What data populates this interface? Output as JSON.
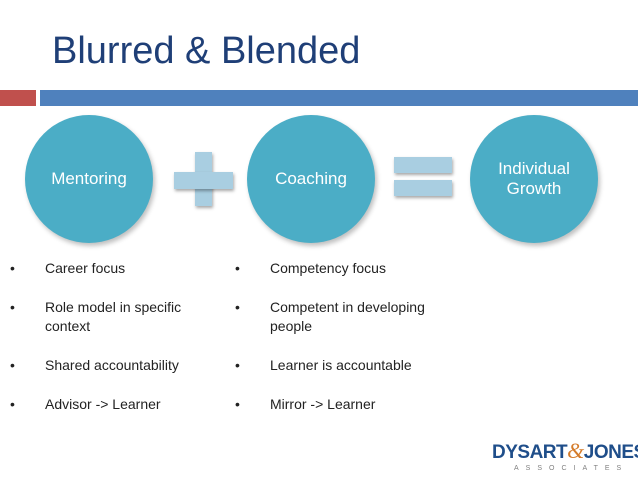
{
  "slide": {
    "title": "Blurred & Blended",
    "accent_colors": {
      "red": "#c0504d",
      "blue": "#4f81bd",
      "circle": "#4badc6",
      "operator": "#a9cee1"
    }
  },
  "equation": {
    "circles": [
      {
        "label": "Mentoring"
      },
      {
        "label": "Coaching"
      },
      {
        "label_line1": "Individual",
        "label_line2": "Growth"
      }
    ],
    "operators": [
      "plus-icon",
      "equals-icon"
    ]
  },
  "lists": {
    "mentoring": [
      {
        "bullet": "•",
        "text": "Career focus"
      },
      {
        "bullet": "•",
        "text": "Role model in specific context"
      },
      {
        "bullet": "•",
        "text": "Shared accountability"
      },
      {
        "bullet": "•",
        "text": "Advisor -> Learner"
      }
    ],
    "coaching": [
      {
        "bullet": "•",
        "text": "Competency focus"
      },
      {
        "bullet": "•",
        "text": "Competent in developing people"
      },
      {
        "bullet": "•",
        "text": "Learner is accountable"
      },
      {
        "bullet": "•",
        "text": "Mirror -> Learner"
      }
    ]
  },
  "logo": {
    "name_part1": "DYSART",
    "ampersand": "&",
    "name_part2": "JONES",
    "subtitle": "ASSOCIATES"
  }
}
